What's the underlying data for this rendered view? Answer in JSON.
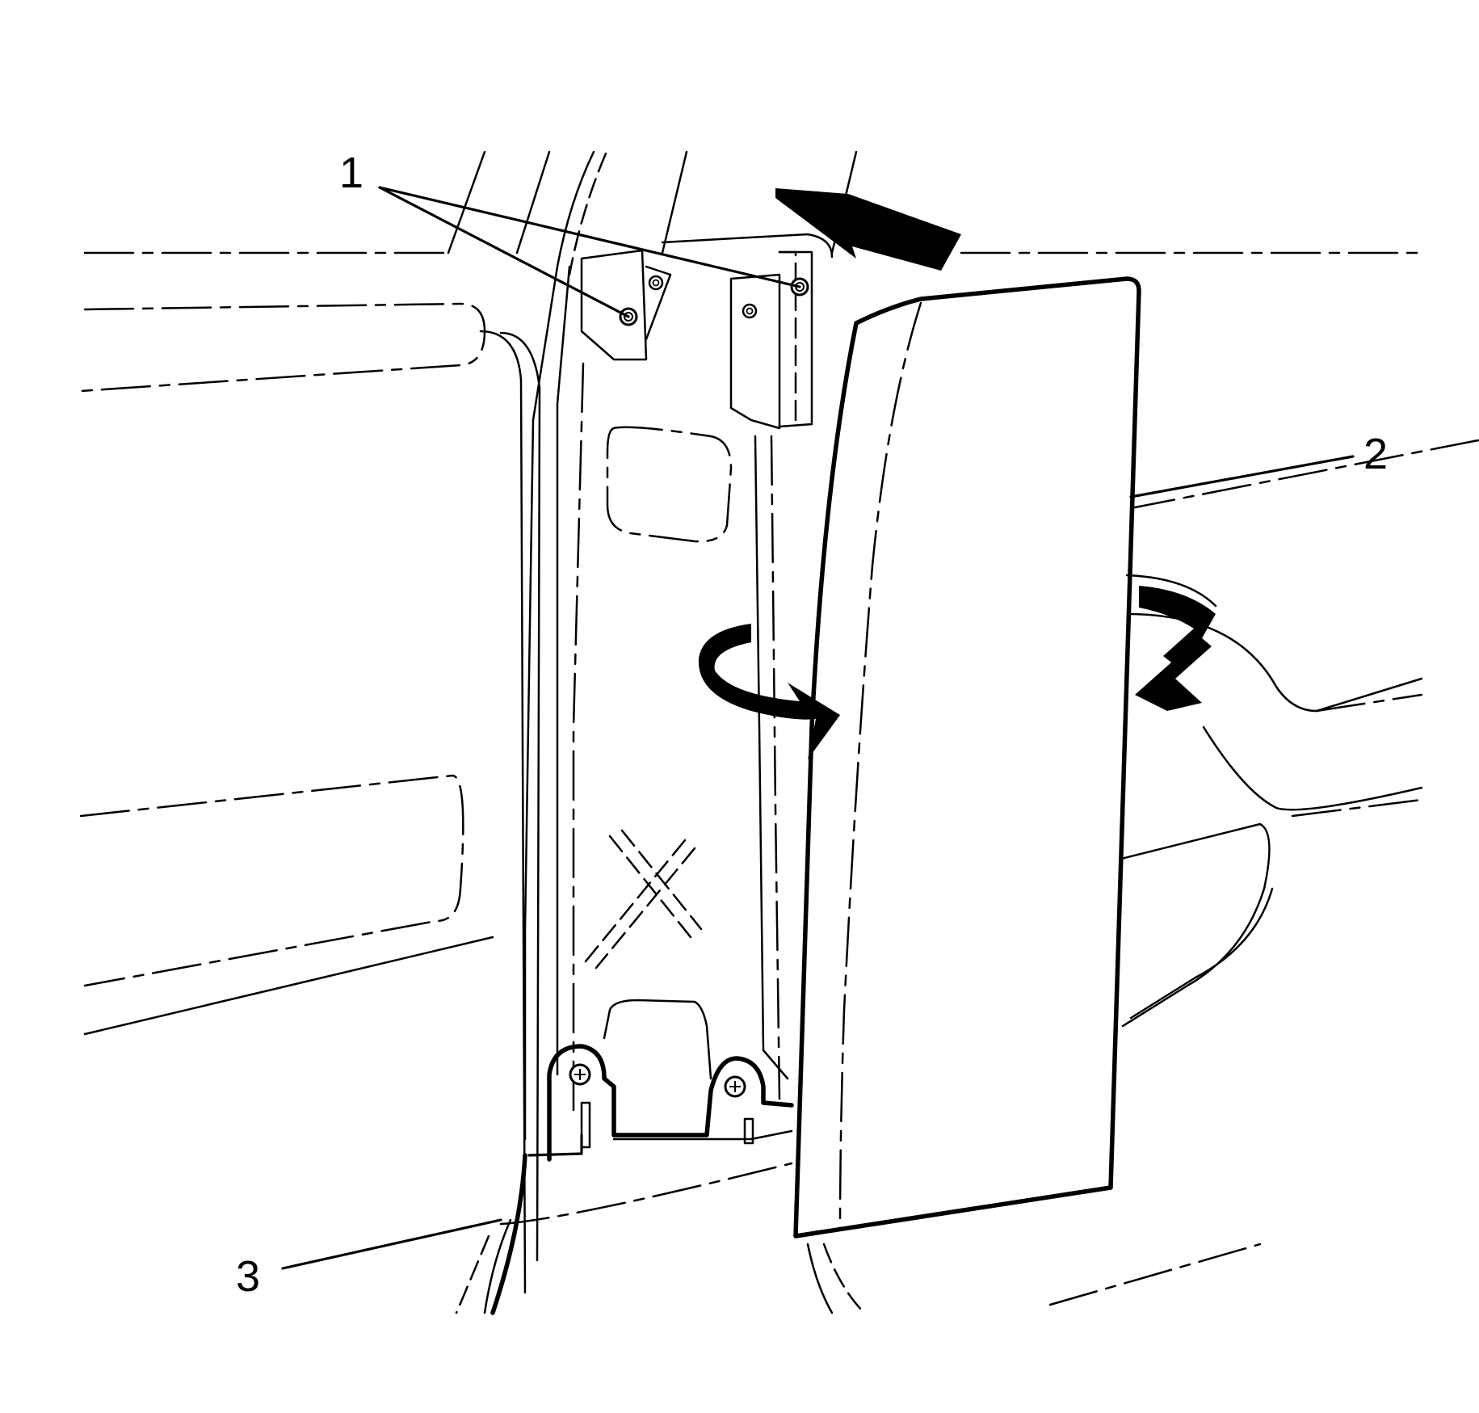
{
  "diagram": {
    "callouts": [
      {
        "id": "1",
        "label": "1"
      },
      {
        "id": "2",
        "label": "2"
      },
      {
        "id": "3",
        "label": "3"
      }
    ],
    "colors": {
      "stroke": "#000000",
      "background": "#ffffff"
    },
    "icons": [
      "push-arrow-icon",
      "rotate-arrow-icon",
      "screw-icon"
    ]
  }
}
